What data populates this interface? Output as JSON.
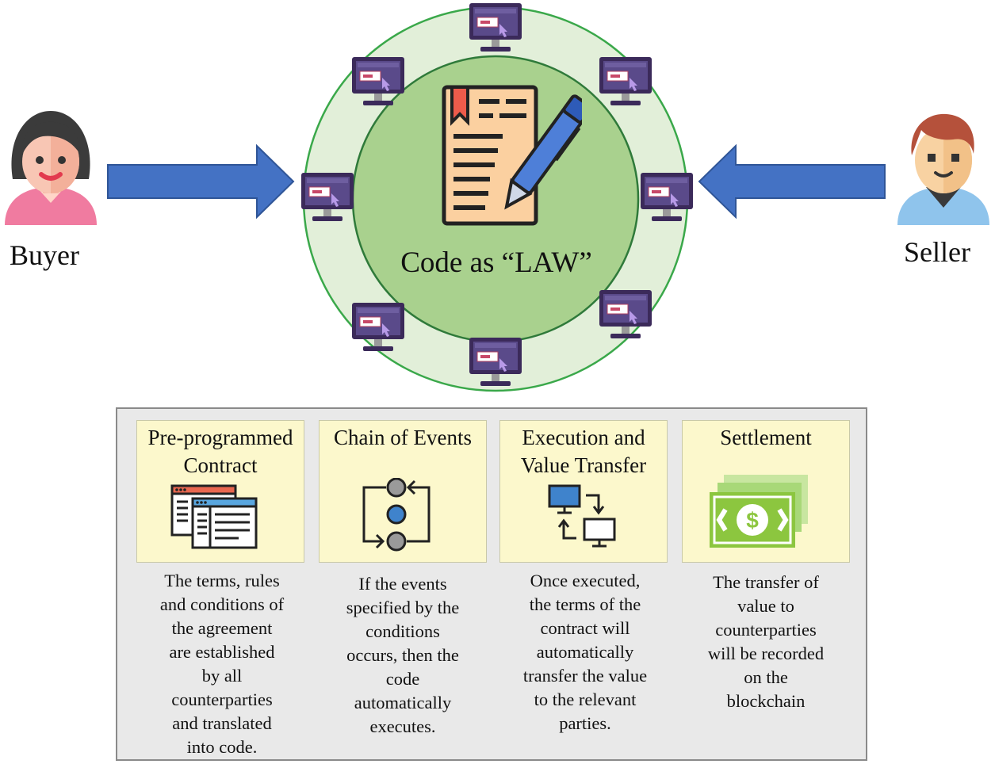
{
  "labels": {
    "buyer": "Buyer",
    "seller": "Seller",
    "center": "Code as “LAW”"
  },
  "steps": [
    {
      "title_line1": "Pre-programmed",
      "title_line2": "Contract",
      "desc": [
        "The terms, rules",
        "and conditions of",
        "the agreement",
        "are established",
        "by all",
        "counterparties",
        "and translated",
        "into code."
      ]
    },
    {
      "title_line1": "Chain of Events",
      "title_line2": "",
      "desc": [
        "If the events",
        "specified by the",
        "conditions",
        "occurs, then the",
        "code",
        "automatically",
        "executes."
      ]
    },
    {
      "title_line1": "Execution and",
      "title_line2": "Value Transfer",
      "desc": [
        "Once executed,",
        "the terms of the",
        "contract will",
        "automatically",
        "transfer the value",
        "to the relevant",
        "parties."
      ]
    },
    {
      "title_line1": "Settlement",
      "title_line2": "",
      "desc": [
        "The transfer of",
        "value to",
        "counterparties",
        "will be recorded",
        "on the",
        "blockchain"
      ]
    }
  ],
  "icons": {
    "buyer": "woman-avatar-icon",
    "seller": "man-avatar-icon",
    "center": "contract-pen-icon",
    "nodes": "computer-monitor-icon",
    "step1": "browser-windows-icon",
    "step2": "event-chain-icon",
    "step3": "computer-transfer-icon",
    "step4": "money-bills-icon"
  },
  "colors": {
    "arrow": "#4472c4",
    "outer_ring": "#e2efd9",
    "inner_circle": "#a9d18e",
    "ring_border": "#3aa84a",
    "panel": "#e9e9e9",
    "step_box": "#fcf8cc",
    "monitor": "#3b2a5a",
    "money": "#8cc63f"
  }
}
